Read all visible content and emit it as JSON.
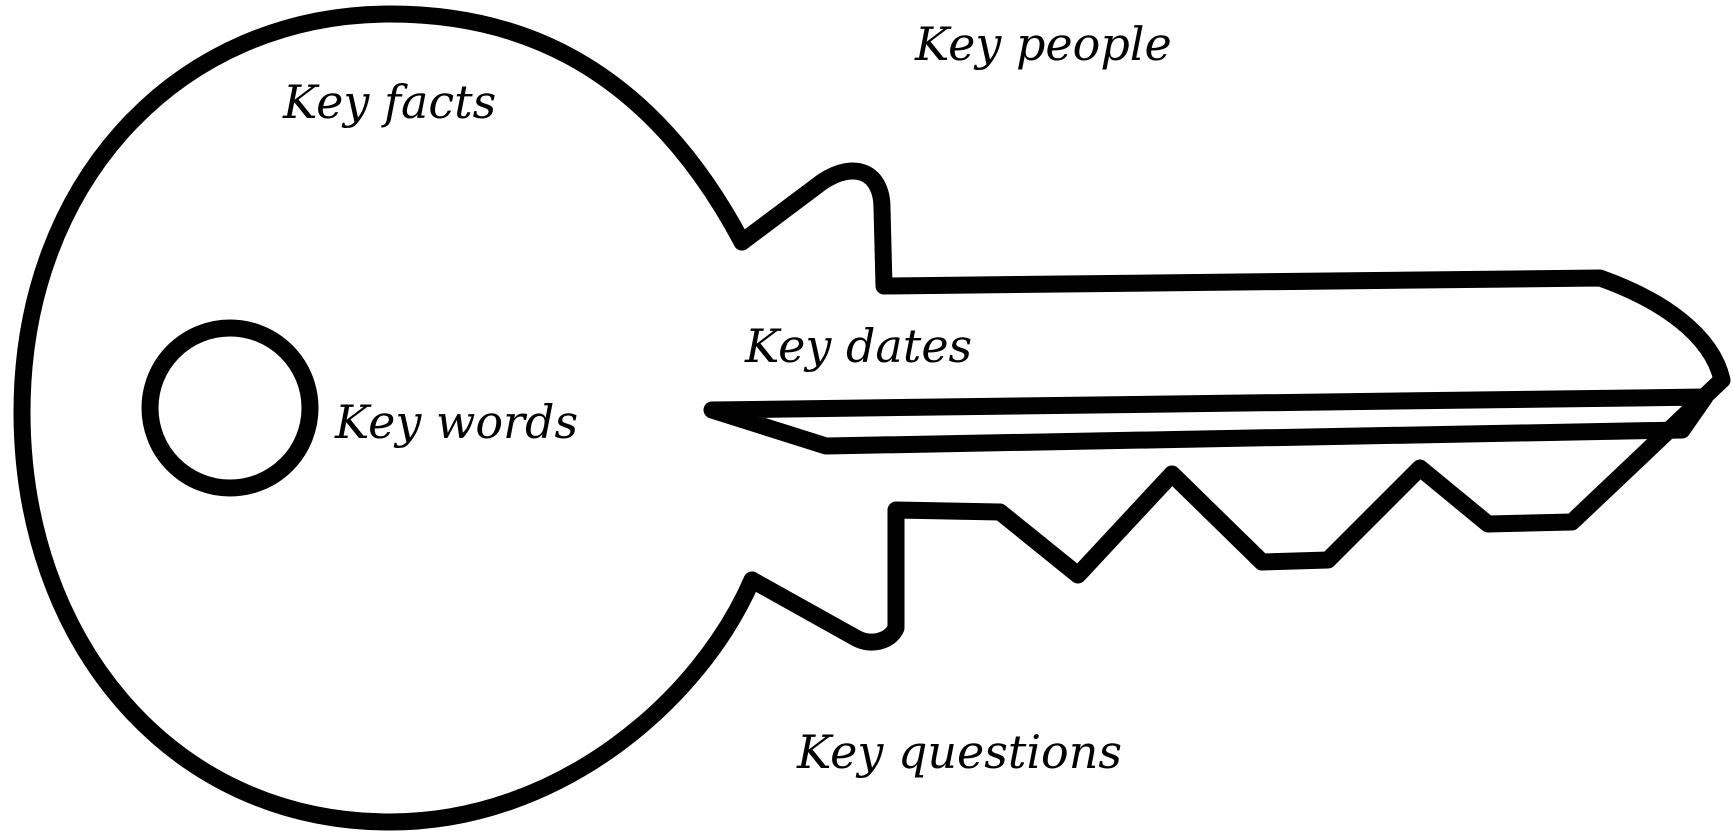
{
  "diagram": {
    "labels": {
      "facts": "Key facts",
      "people": "Key people",
      "dates": "Key dates",
      "words": "Key words",
      "questions": "Key questions"
    },
    "colors": {
      "outline": "#000000",
      "background": "#ffffff"
    }
  }
}
